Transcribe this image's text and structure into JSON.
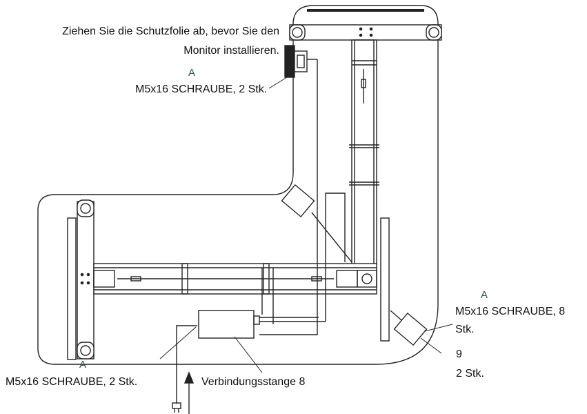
{
  "labels": {
    "peel_line1": "Ziehen Sie die Schutzfolie ab, bevor Sie den",
    "peel_line2": "Monitor installieren.",
    "part_a_top": "A",
    "screw_top": "M5x16 SCHRAUBE, 2 Stk.",
    "part_a_right": "A",
    "screw_right_line1": "M5x16 SCHRAUBE, 8",
    "screw_right_line2": "Stk.",
    "part_9": "9",
    "part_9_qty": "2 Stk.",
    "part_a_bottom": "A",
    "screw_bottom": "M5x16 SCHRAUBE, 2 Stk.",
    "connector": "Verbindungsstange 8"
  }
}
